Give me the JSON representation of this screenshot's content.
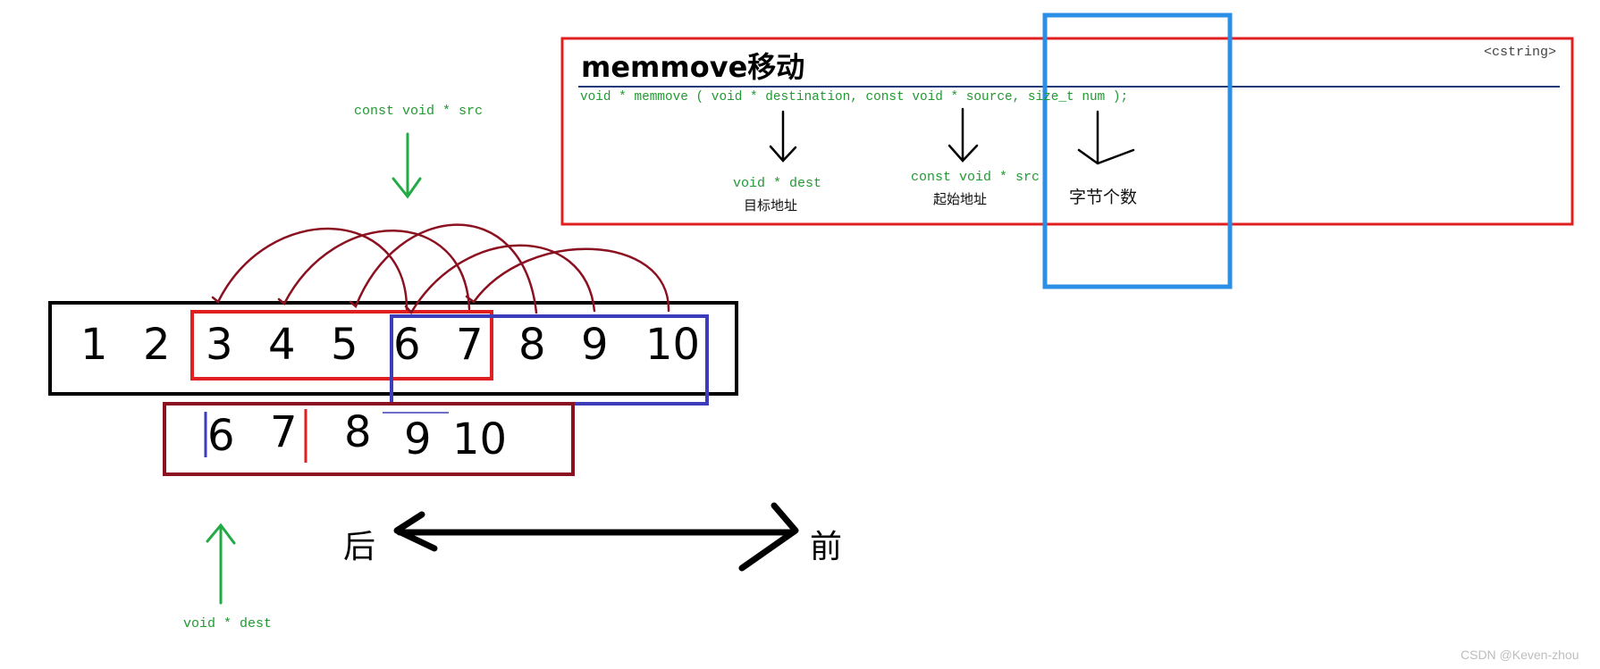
{
  "doc": {
    "title": "memmove移动",
    "header_tag": "<cstring>",
    "signature": "void * memmove ( void * destination, const void * source, size_t num );",
    "params": [
      {
        "code": "void * dest",
        "desc": "目标地址"
      },
      {
        "code": "const void * src",
        "desc": "起始地址"
      },
      {
        "code": "",
        "desc": "字节个数"
      }
    ]
  },
  "array": {
    "values": [
      "1",
      "2",
      "3",
      "4",
      "5",
      "6",
      "7",
      "8",
      "9",
      "10"
    ]
  },
  "result": {
    "values": [
      "6",
      "7",
      "8",
      "9",
      "10"
    ]
  },
  "labels": {
    "src_pointer": "const void * src",
    "dest_pointer": "void * dest",
    "back": "后",
    "front": "前",
    "watermark": "CSDN @Keven-zhou"
  },
  "colors": {
    "red_box": "#e02020",
    "blue_box": "#3d3dbb",
    "sky_box": "#2b8fe6",
    "maroon": "#8b1020",
    "green": "#22aa44",
    "navy_rule": "#1d3a78"
  }
}
